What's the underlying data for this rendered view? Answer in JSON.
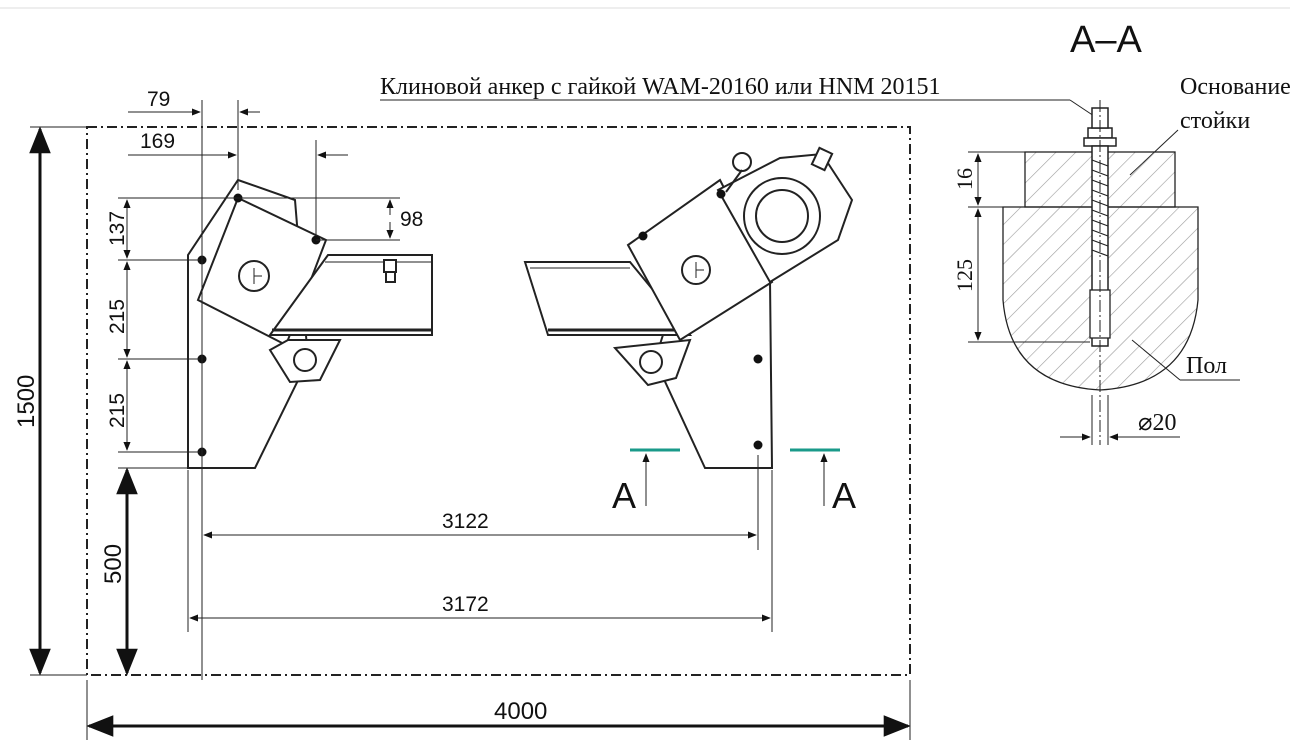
{
  "dimensions": {
    "d79": "79",
    "d169": "169",
    "d98": "98",
    "d137": "137",
    "d215a": "215",
    "d215b": "215",
    "d1500": "1500",
    "d500": "500",
    "d3122": "3122",
    "d3172": "3172",
    "d4000": "4000"
  },
  "section": {
    "marker_left": "A",
    "marker_right": "A",
    "title": "A–A",
    "anchor_label": "Клиновой анкер с гайкой WAM-20160 или HNM 20151",
    "base_label_line1": "Основание",
    "base_label_line2": "стойки",
    "floor_label": "Пол",
    "d16": "16",
    "d125": "125",
    "diameter": "⌀20"
  },
  "colors": {
    "line": "#222222",
    "section_marker": "#1a9a8a",
    "hatch": "#9a9a9a"
  }
}
